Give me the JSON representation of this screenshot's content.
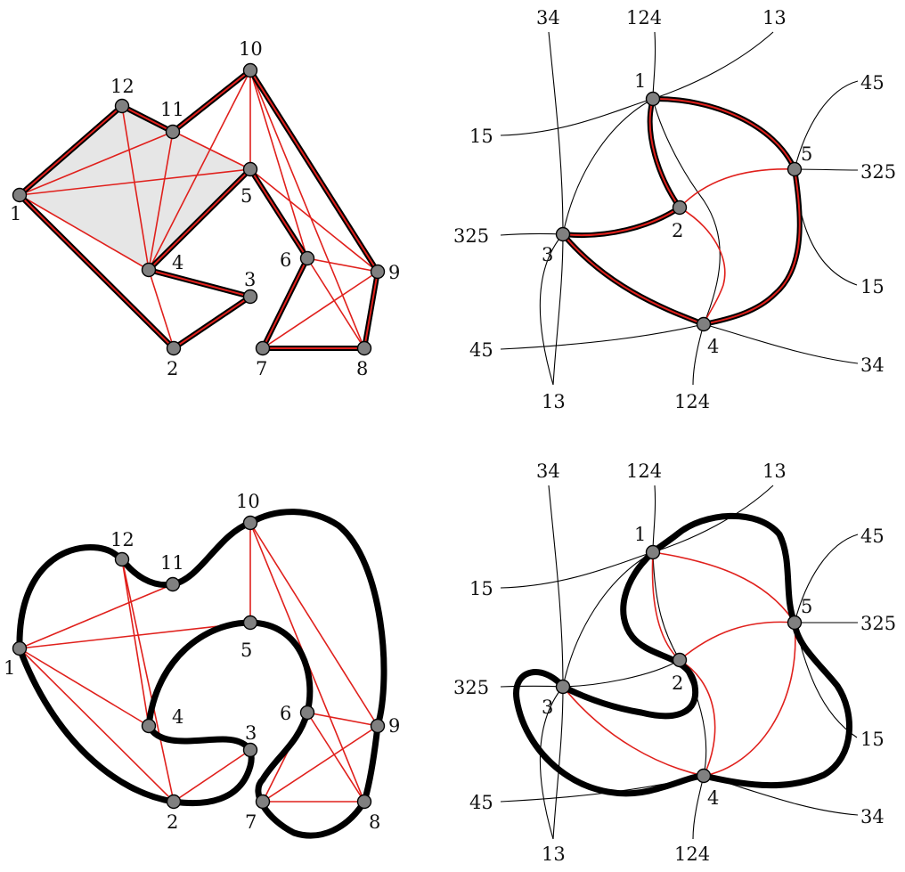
{
  "panels": {
    "top_left": {
      "nodes": [
        "1",
        "2",
        "3",
        "4",
        "5",
        "6",
        "7",
        "8",
        "9",
        "10",
        "11",
        "12"
      ]
    },
    "top_right": {
      "nodes": [
        "1",
        "2",
        "3",
        "4",
        "5"
      ],
      "strand_labels": {
        "l34": "34",
        "l124a": "124",
        "l13a": "13",
        "l45a": "45",
        "l15a": "15",
        "l325a": "325",
        "l325b": "325",
        "l15b": "15",
        "l45b": "45",
        "l34b": "34",
        "l13b": "13",
        "l124b": "124"
      }
    },
    "bottom_left": {
      "nodes": [
        "1",
        "2",
        "3",
        "4",
        "5",
        "6",
        "7",
        "8",
        "9",
        "10",
        "11",
        "12"
      ]
    },
    "bottom_right": {
      "nodes": [
        "1",
        "2",
        "3",
        "4",
        "5"
      ],
      "strand_labels": {
        "l34": "34",
        "l124a": "124",
        "l13a": "13",
        "l45a": "45",
        "l15a": "15",
        "l325a": "325",
        "l325b": "325",
        "l15b": "15",
        "l45b": "45",
        "l34b": "34",
        "l13b": "13",
        "l124b": "124"
      }
    }
  }
}
